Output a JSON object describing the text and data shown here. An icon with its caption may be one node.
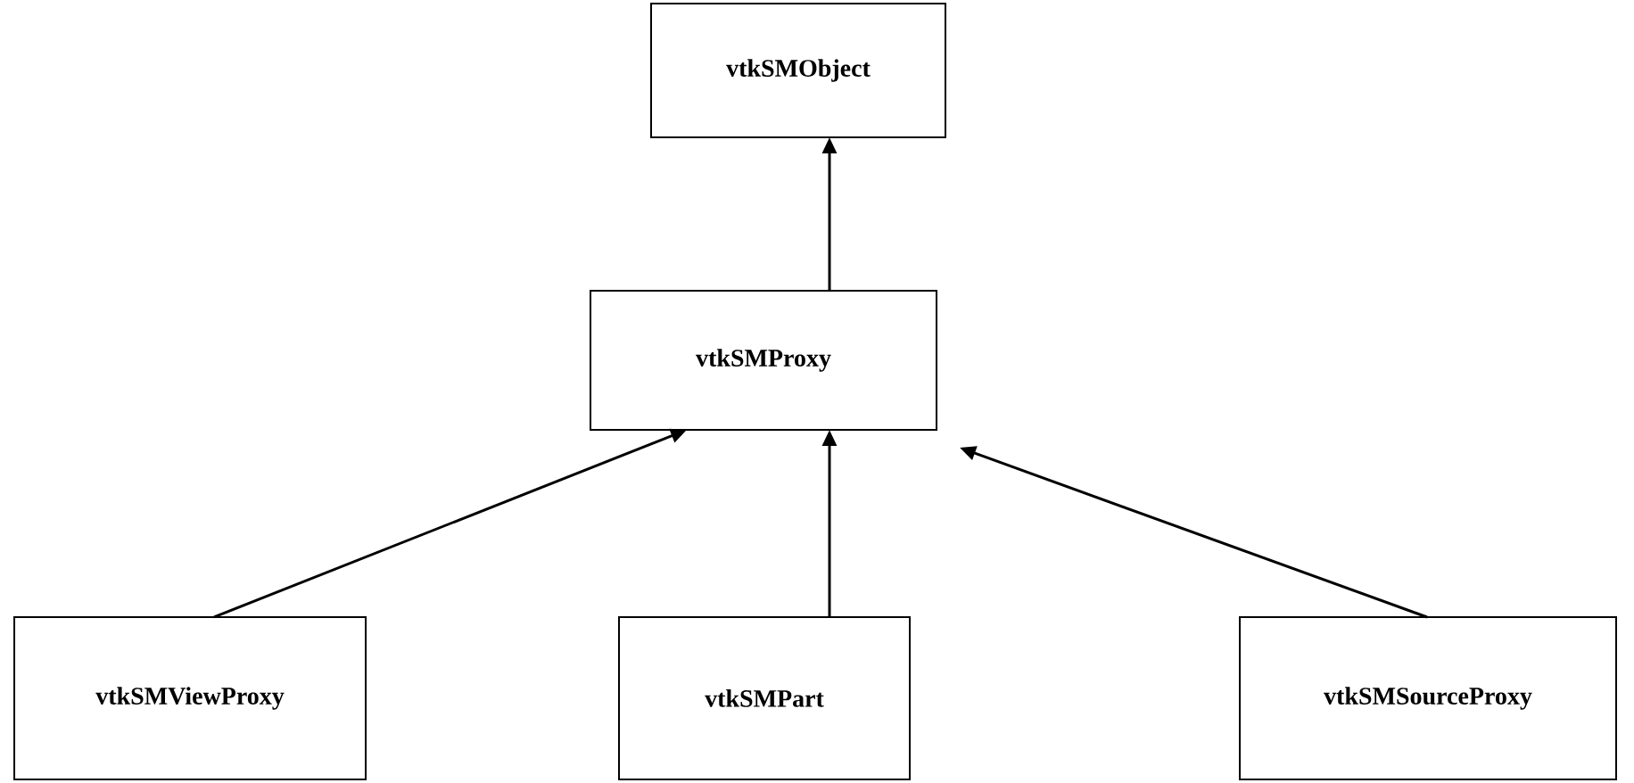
{
  "diagram": {
    "nodes": [
      {
        "text": [
          "vtkSMObject"
        ]
      },
      {
        "text": [
          "vtkSMProxy"
        ]
      },
      {
        "text": [
          "vtkSMViewProxy"
        ]
      },
      {
        "text": [
          "vtkSMPart"
        ]
      },
      {
        "text": [
          "vtkSMSourceProxy"
        ]
      }
    ],
    "edges": [
      {
        "from": 1,
        "to": 0,
        "arrow": "to"
      },
      {
        "from": 2,
        "to": 1,
        "arrow": "to"
      },
      {
        "from": 3,
        "to": 1,
        "arrow": "to"
      },
      {
        "from": 4,
        "to": 1,
        "arrow": "to"
      }
    ]
  }
}
